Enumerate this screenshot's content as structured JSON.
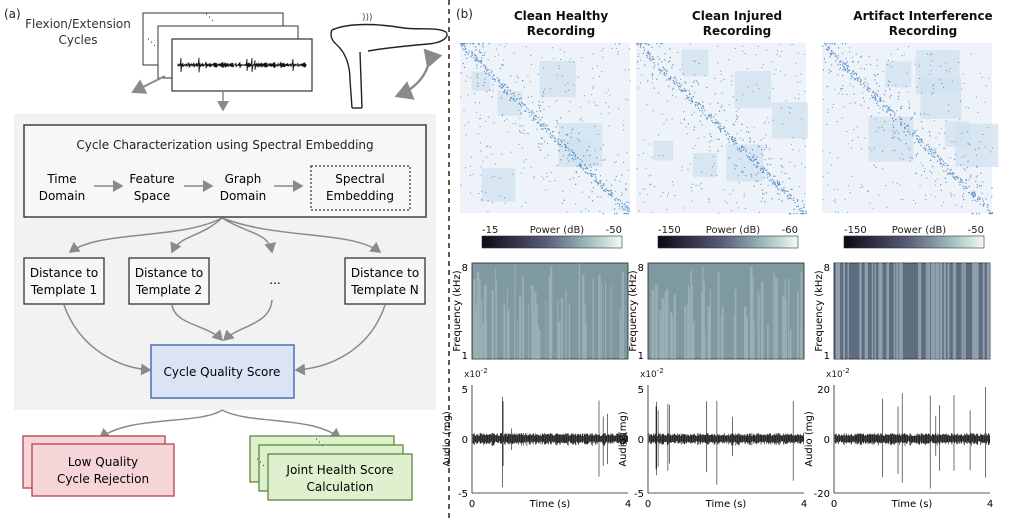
{
  "panel_a": {
    "label": "(a)",
    "cycles_title": [
      "Flexion/Extension",
      "Cycles"
    ],
    "characterization": {
      "title": "Cycle Characterization using Spectral Embedding",
      "steps": [
        [
          "Time",
          "Domain"
        ],
        [
          "Feature",
          "Space"
        ],
        [
          "Graph",
          "Domain"
        ],
        [
          "Spectral",
          "Embedding"
        ]
      ]
    },
    "templates": [
      [
        "Distance to",
        "Template 1"
      ],
      [
        "Distance to",
        "Template 2"
      ],
      [
        "..."
      ],
      [
        "Distance to",
        "Template N"
      ]
    ],
    "quality_score": "Cycle Quality Score",
    "rejection": [
      "Low Quality",
      "Cycle Rejection"
    ],
    "health_score": [
      "Joint Health Score",
      "Calculation"
    ]
  },
  "panel_b": {
    "label": "(b)",
    "columns": [
      {
        "title": [
          "Clean Healthy",
          "Recording"
        ],
        "cbar_label": "Power (dB)",
        "cbar_min": "-15",
        "cbar_max": "-50",
        "freq_ticks": [
          "8",
          "1"
        ],
        "freq_label": "Frequency (kHz)",
        "audio_exp": "x10",
        "audio_exp_sup": "-2",
        "audio_ticks": [
          "5",
          "0",
          "-5"
        ],
        "audio_label": "Audio (mg)",
        "time_ticks": [
          "0",
          "4"
        ],
        "time_label": "Time (s)"
      },
      {
        "title": [
          "Clean Injured",
          "Recording"
        ],
        "cbar_label": "Power (dB)",
        "cbar_min": "-150",
        "cbar_max": "-60",
        "freq_ticks": [
          "8",
          "1"
        ],
        "freq_label": "Frequency (kHz)",
        "audio_exp": "x10",
        "audio_exp_sup": "-2",
        "audio_ticks": [
          "5",
          "0",
          "-5"
        ],
        "audio_label": "Audio (mg)",
        "time_ticks": [
          "0",
          "4"
        ],
        "time_label": "Time (s)"
      },
      {
        "title": [
          "Artifact Interference",
          "Recording"
        ],
        "cbar_label": "Power (dB)",
        "cbar_min": "-150",
        "cbar_max": "-50",
        "freq_ticks": [
          "8",
          "1"
        ],
        "freq_label": "Frequency (kHz)",
        "audio_exp": "x10",
        "audio_exp_sup": "-2",
        "audio_ticks": [
          "20",
          "0",
          "-20"
        ],
        "audio_label": "Audio (mg)",
        "time_ticks": [
          "0",
          "4"
        ],
        "time_label": "Time (s)"
      }
    ]
  },
  "colors": {
    "quality_fill": "#dbe4f5",
    "quality_stroke": "#4a6fb5",
    "reject_fill": "#f5d5d8",
    "reject_stroke": "#b5424e",
    "health_fill": "#dff0cf",
    "health_stroke": "#5b8a3c",
    "panel_bg": "#f2f2f2",
    "matrix_dot": "#2f72b8",
    "spectrogram": "#7f99a0",
    "arrow": "#8a8a8a"
  }
}
